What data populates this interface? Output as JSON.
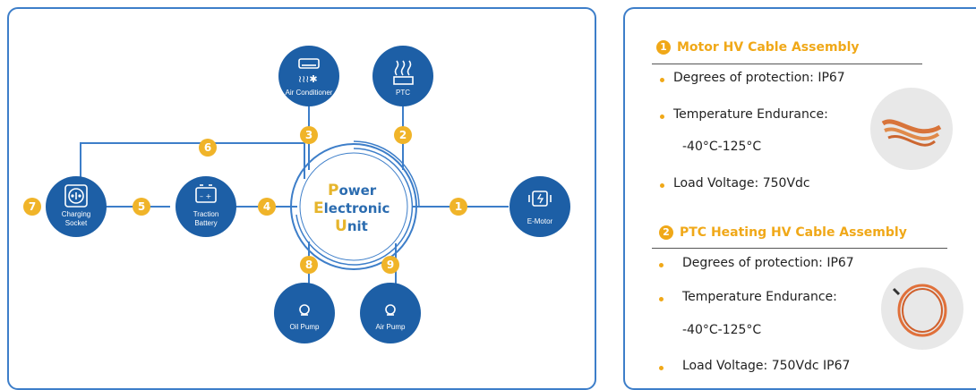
{
  "diagram": {
    "center": {
      "line1_first": "P",
      "line1_rest": "ower",
      "line2_first": "E",
      "line2_rest": "lectronic",
      "line3_first": "U",
      "line3_rest": "nit"
    },
    "nodes": {
      "air_conditioner": {
        "label": "Air Conditioner",
        "icon": "air-conditioner-icon"
      },
      "ptc": {
        "label": "PTC",
        "icon": "heater-icon"
      },
      "e_motor": {
        "label": "E-Motor",
        "icon": "motor-icon"
      },
      "charging_socket": {
        "label_line1": "Charging",
        "label_line2": "Socket",
        "icon": "socket-icon"
      },
      "traction_battery": {
        "label_line1": "Traction",
        "label_line2": "Battery",
        "icon": "battery-icon"
      },
      "oil_pump": {
        "label": "Oil Pump",
        "icon": "pump-icon"
      },
      "air_pump": {
        "label": "Air Pump",
        "icon": "pump-icon"
      }
    },
    "badges": [
      "1",
      "2",
      "3",
      "4",
      "5",
      "6",
      "7",
      "8",
      "9"
    ],
    "colors": {
      "node": "#1d5fa6",
      "line": "#3d7ec9",
      "badge": "#f0b429",
      "accent": "#f0a818"
    }
  },
  "specs": {
    "section1": {
      "num": "1",
      "title": "Motor HV Cable Assembly",
      "items": [
        "Degrees of protection: IP67",
        "Temperature Endurance:",
        "-40°C-125°C",
        "Load Voltage: 750Vdc"
      ]
    },
    "section2": {
      "num": "2",
      "title": "PTC Heating HV Cable Assembly",
      "items": [
        "Degrees of protection: IP67",
        "Temperature Endurance:",
        "-40°C-125°C",
        "Load Voltage: 750Vdc IP67"
      ]
    }
  }
}
